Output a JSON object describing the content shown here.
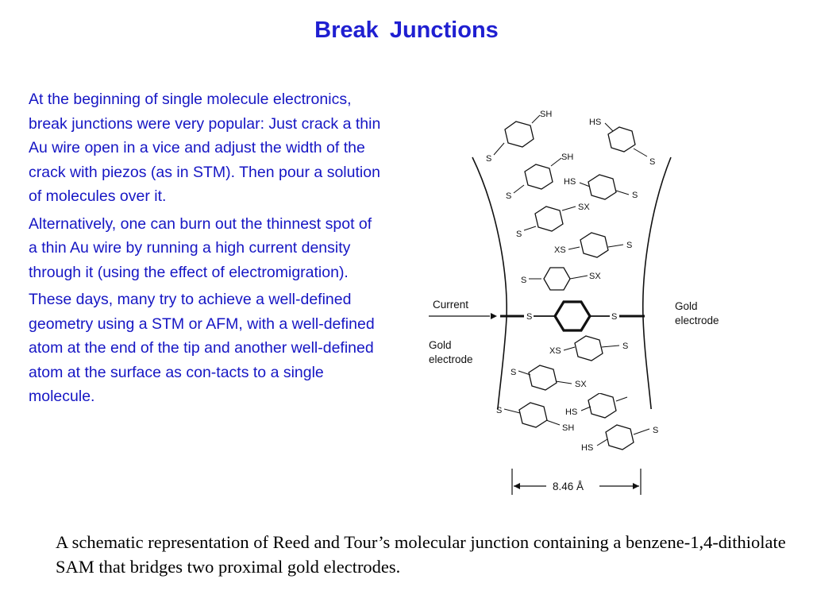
{
  "title": "Break  Junctions",
  "paragraphs": [
    "At the beginning of single molecule electronics, break junctions were very popular: Just crack a thin Au wire open in a vice and adjust the width of the crack with piezos (as in STM). Then pour a solution of molecules over it.",
    "Alternatively, one can burn out the thinnest spot of a thin Au wire by running a high current density through it (using the effect of electromigration).",
    "These days, many try to achieve a well-defined geometry using a STM or AFM, with a well-defined atom at the end of the tip and another well-defined atom at the surface as con-tacts to a single molecule."
  ],
  "diagram": {
    "current_label": "Current",
    "gold_left": [
      "Gold",
      "electrode"
    ],
    "gold_right": [
      "Gold",
      "electrode"
    ],
    "distance_label": "8.46 Å",
    "atoms": {
      "S": "S",
      "SH": "SH",
      "HS": "HS",
      "SX": "SX",
      "XS": "XS"
    }
  },
  "caption": "A schematic representation of Reed and Tour’s molecular junction containing a benzene-1,4-dithiolate SAM that bridges two proximal gold electrodes."
}
